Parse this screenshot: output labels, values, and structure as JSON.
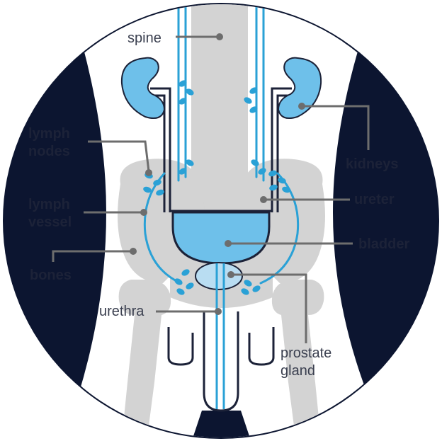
{
  "labels": {
    "spine": "spine",
    "lymph_nodes_line1": "lymph",
    "lymph_nodes_line2": "nodes",
    "lymph_vessel_line1": "lymph",
    "lymph_vessel_line2": "vessel",
    "bones": "bones",
    "urethra": "urethra",
    "kidneys": "kidneys",
    "ureter": "ureter",
    "bladder": "bladder",
    "prostate_line1": "prostate",
    "prostate_line2": "gland"
  },
  "colors": {
    "background_dark": "#0c1530",
    "body_white": "#ffffff",
    "bone_grey": "#d3d3d3",
    "organ_blue": "#6ec0ea",
    "lymph_blue": "#2aa1d6",
    "outline": "#1c2238",
    "leader_grey": "#6d6d6d"
  }
}
